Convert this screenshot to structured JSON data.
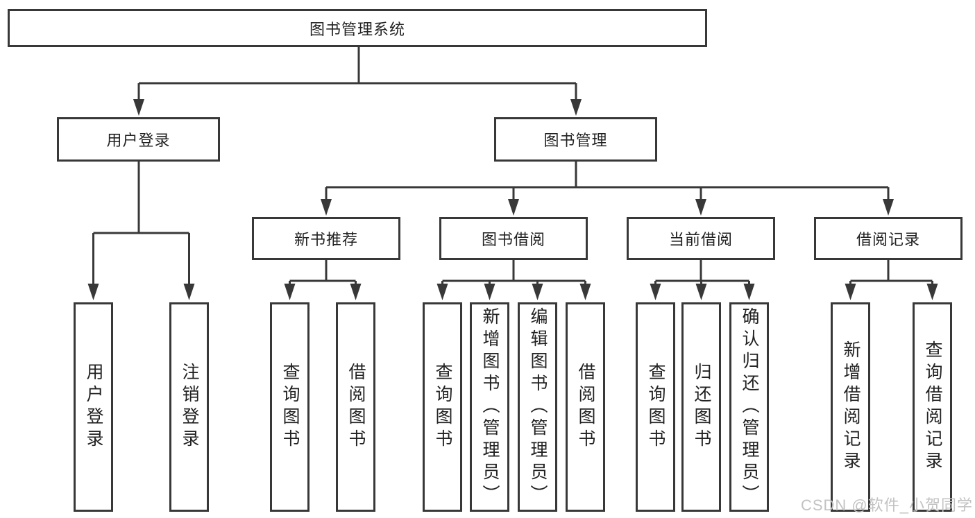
{
  "colors": {
    "line": "#383838",
    "text": "#222222",
    "bg": "#ffffff",
    "watermark": "#c2c2c2"
  },
  "watermark": {
    "text": "CSDN @软件_小贺同学"
  },
  "tree": {
    "label": "图书管理系统",
    "children": [
      {
        "label": "用户登录",
        "children": [
          {
            "label": "用户登录"
          },
          {
            "label": "注销登录"
          }
        ]
      },
      {
        "label": "图书管理",
        "children": [
          {
            "label": "新书推荐",
            "children": [
              {
                "label": "查询图书"
              },
              {
                "label": "借阅图书"
              }
            ]
          },
          {
            "label": "图书借阅",
            "children": [
              {
                "label": "查询图书"
              },
              {
                "label": "新增图书（管理员）"
              },
              {
                "label": "编辑图书（管理员）"
              },
              {
                "label": "借阅图书"
              }
            ]
          },
          {
            "label": "当前借阅",
            "children": [
              {
                "label": "查询图书"
              },
              {
                "label": "归还图书"
              },
              {
                "label": "确认归还（管理员）"
              }
            ]
          },
          {
            "label": "借阅记录",
            "children": [
              {
                "label": "新增借阅记录"
              },
              {
                "label": "查询借阅记录"
              }
            ]
          }
        ]
      }
    ]
  }
}
